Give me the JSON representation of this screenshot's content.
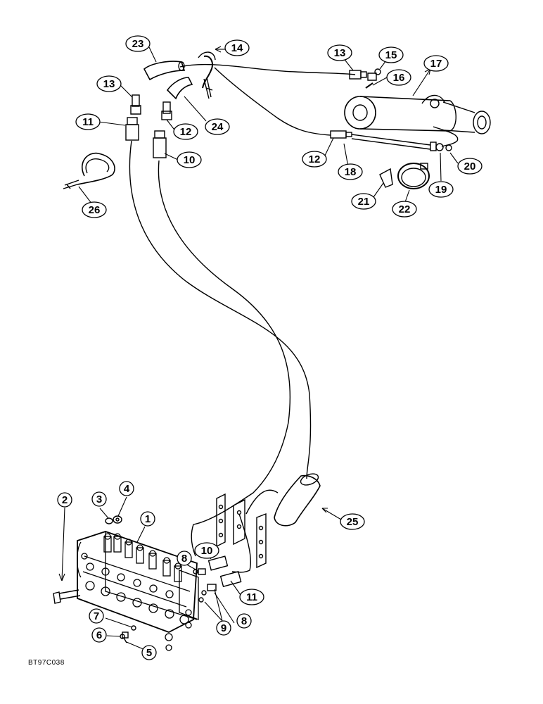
{
  "figure_id": "BT97C038",
  "callouts": [
    {
      "id": "c23",
      "label": "23"
    },
    {
      "id": "c14",
      "label": "14"
    },
    {
      "id": "c13a",
      "label": "13"
    },
    {
      "id": "c15",
      "label": "15"
    },
    {
      "id": "c17",
      "label": "17"
    },
    {
      "id": "c16",
      "label": "16"
    },
    {
      "id": "c13b",
      "label": "13"
    },
    {
      "id": "c11a",
      "label": "11"
    },
    {
      "id": "c12a",
      "label": "12"
    },
    {
      "id": "c24",
      "label": "24"
    },
    {
      "id": "c10a",
      "label": "10"
    },
    {
      "id": "c12b",
      "label": "12"
    },
    {
      "id": "c18",
      "label": "18"
    },
    {
      "id": "c20",
      "label": "20"
    },
    {
      "id": "c19",
      "label": "19"
    },
    {
      "id": "c21",
      "label": "21"
    },
    {
      "id": "c22",
      "label": "22"
    },
    {
      "id": "c26",
      "label": "26"
    },
    {
      "id": "c25",
      "label": "25"
    },
    {
      "id": "c2",
      "label": "2"
    },
    {
      "id": "c3",
      "label": "3"
    },
    {
      "id": "c4",
      "label": "4"
    },
    {
      "id": "c1",
      "label": "1"
    },
    {
      "id": "c10b",
      "label": "10"
    },
    {
      "id": "c8a",
      "label": "8"
    },
    {
      "id": "c11b",
      "label": "11"
    },
    {
      "id": "c9",
      "label": "9"
    },
    {
      "id": "c8b",
      "label": "8"
    },
    {
      "id": "c7",
      "label": "7"
    },
    {
      "id": "c6",
      "label": "6"
    },
    {
      "id": "c5",
      "label": "5"
    }
  ]
}
